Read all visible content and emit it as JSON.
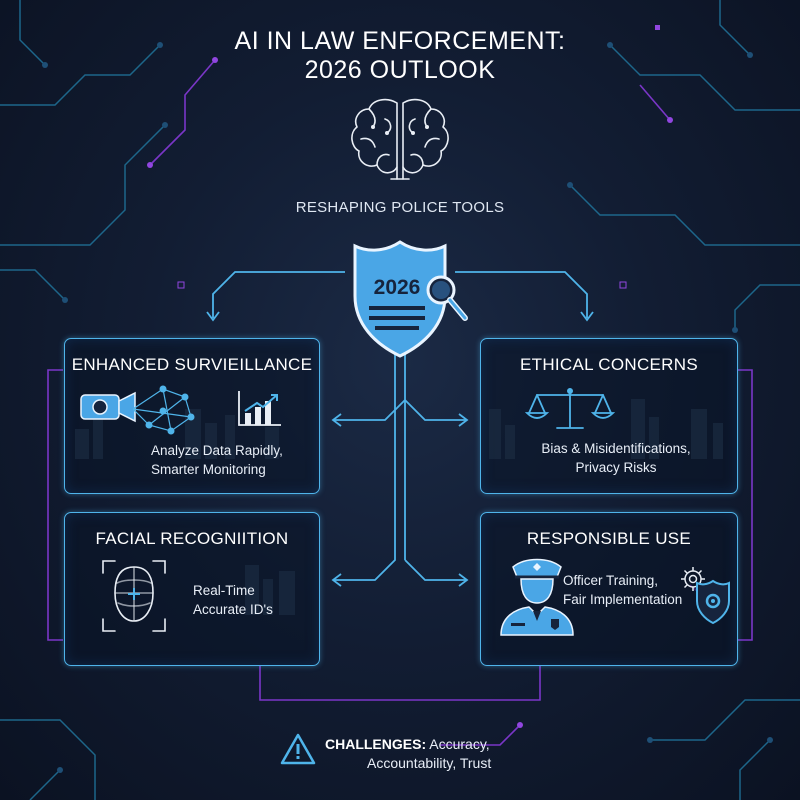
{
  "title": {
    "line1": "AI IN LAW ENFORCEMENT:",
    "line2": "2026 OUTLOOK"
  },
  "subtitle": "RESHAPING POLICE TOOLS",
  "badge": {
    "year": "2026"
  },
  "cards": {
    "surveillance": {
      "title": "ENHANCED SURVIEILLANCE",
      "line1": "Analyze Data Rapidly,",
      "line2": "Smarter Monitoring"
    },
    "ethics": {
      "title": "ETHICAL CONCERNS",
      "line1": "Bias & Misidentifications,",
      "line2": "Privacy Risks"
    },
    "facial": {
      "title": "FACIAL RECOGNIITION",
      "line1": "Real-Time",
      "line2": "Accurate ID's"
    },
    "responsible": {
      "title": "RESPONSIBLE USE",
      "line1": "Officer Training,",
      "line2": "Fair Implementation"
    }
  },
  "challenges": {
    "label": "CHALLENGES:",
    "line1": "Accuracy,",
    "line2": "Accountability, Trust"
  },
  "colors": {
    "accent": "#4fb4ea",
    "circuit_purple": "#8a3fd1",
    "background": "#121d33",
    "badge_fill": "#4aa6e6"
  },
  "icons": [
    "brain-icon",
    "police-badge-icon",
    "magnifier-icon",
    "camera-icon",
    "network-icon",
    "bar-chart-icon",
    "scales-icon",
    "face-scan-icon",
    "police-officer-icon",
    "shield-gear-icon",
    "warning-icon"
  ]
}
